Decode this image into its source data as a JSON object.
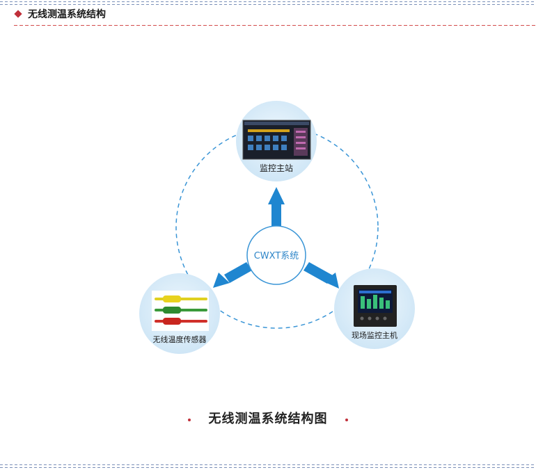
{
  "header": {
    "title": "无线测温系统结构"
  },
  "diagram": {
    "center_label": "CWXT系统",
    "nodes": {
      "top": {
        "label": "监控主站"
      },
      "left": {
        "label": "无线温度传感器"
      },
      "right": {
        "label": "现场监控主机"
      }
    }
  },
  "caption": {
    "text": "无线测温系统结构图"
  },
  "colors": {
    "accent_red": "#c0303a",
    "arrow_blue": "#1f86d0",
    "ring_blue": "#3a95d6",
    "node_fill": "#d8ecf8"
  }
}
